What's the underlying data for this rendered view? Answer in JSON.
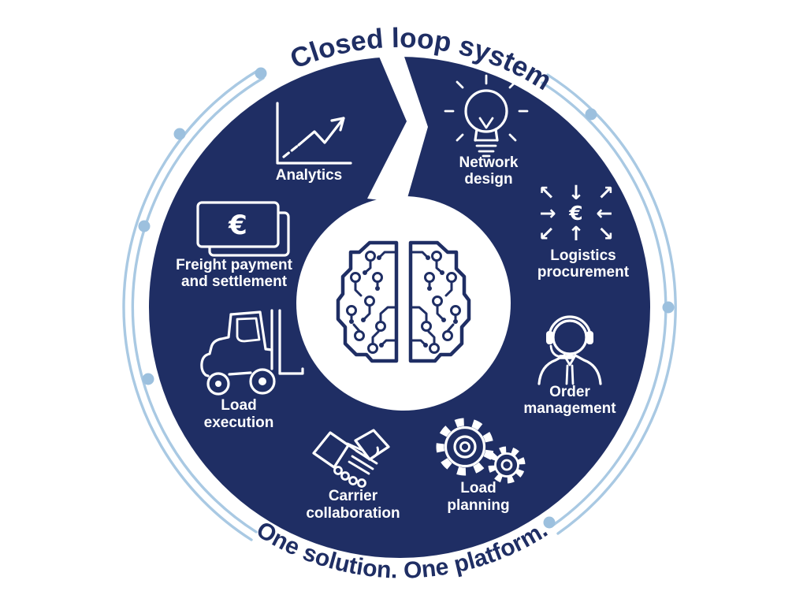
{
  "titles": {
    "top": "Closed loop system",
    "bottom": "One solution. One platform."
  },
  "center": {
    "icon": "circuit-brain"
  },
  "ring_items": [
    {
      "id": "analytics",
      "icon": "line-chart-icon",
      "line1": "Analytics",
      "line2": ""
    },
    {
      "id": "network-design",
      "icon": "lightbulb-icon",
      "line1": "Network",
      "line2": "design"
    },
    {
      "id": "logistics-procurement",
      "icon": "arrows-to-euro-icon",
      "line1": "Logistics",
      "line2": "procurement"
    },
    {
      "id": "order-management",
      "icon": "support-agent-icon",
      "line1": "Order",
      "line2": "management"
    },
    {
      "id": "load-planning",
      "icon": "gears-icon",
      "line1": "Load",
      "line2": "planning"
    },
    {
      "id": "carrier-collaboration",
      "icon": "handshake-icon",
      "line1": "Carrier",
      "line2": "collaboration"
    },
    {
      "id": "load-execution",
      "icon": "forklift-icon",
      "line1": "Load",
      "line2": "execution"
    },
    {
      "id": "freight-payment",
      "icon": "banknote-euro-icon",
      "line1": "Freight payment",
      "line2": "and settlement"
    }
  ],
  "icon_glyphs": {
    "procurement_row1": "↖ ↓ ↗",
    "procurement_row2": "→ € ←",
    "procurement_row3": "↙ ↑ ↘",
    "euro": "€"
  },
  "colors": {
    "navy": "#1f2e64",
    "white": "#ffffff",
    "light_blue": "#a9c9e3"
  }
}
